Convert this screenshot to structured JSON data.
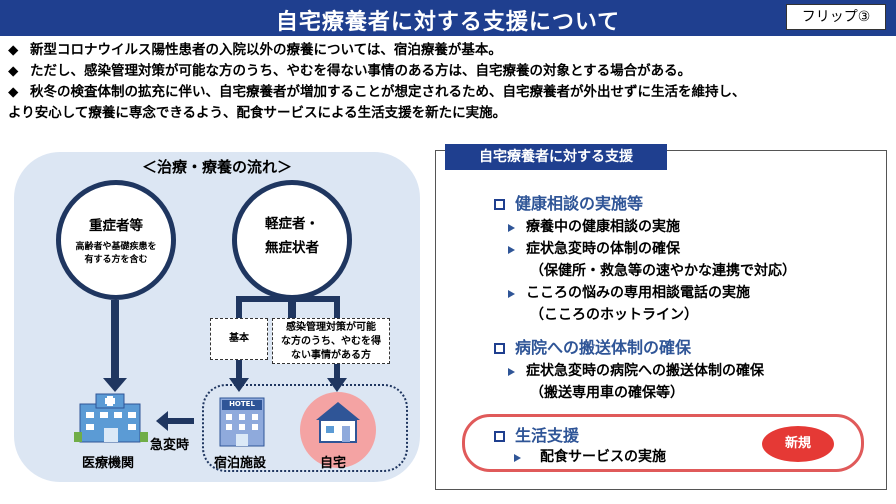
{
  "header": {
    "title": "自宅療養者に対する支援について",
    "flip_label": "フリップ③"
  },
  "bullets": {
    "mark": "◆",
    "items": [
      {
        "line1": "新型コロナウイルス陽性患者の入院以外の療養については、宿泊療養が基本。"
      },
      {
        "line1": "ただし、感染管理対策が可能な方のうち、やむを得ない事情のある方は、自宅療養の対象とする場合がある。"
      },
      {
        "line1": "秋冬の検査体制の拡充に伴い、自宅療養者が増加することが想定されるため、自宅療養者が外出せずに生活を維持し、",
        "line2": "より安心して療養に専念できるよう、配食サービスによる生活支援を新たに実施。"
      }
    ]
  },
  "flow": {
    "heading": "＜治療・療養の流れ＞",
    "severe": {
      "line1": "重症者等",
      "note1": "高齢者や基礎疾患を",
      "note2": "有する方を含む"
    },
    "mild": {
      "line1": "軽症者・",
      "line2": "無症状者"
    },
    "basic_label": "基本",
    "infection_label": {
      "line1": "感染管理対策が可能",
      "line2": "な方のうち、やむを得",
      "line3": "ない事情がある方"
    },
    "hotel_sign": "HOTEL",
    "medical_label": "医療機関",
    "sudden_label": "急変時",
    "lodging_label": "宿泊施設",
    "home_label": "自宅"
  },
  "support": {
    "tab_label": "自宅療養者に対する支援",
    "sections": [
      {
        "title": "健康相談の実施等",
        "items": [
          {
            "text": "療養中の健康相談の実施"
          },
          {
            "text": "症状急変時の体制の確保",
            "sub": "（保健所・救急等の速やかな連携で対応）"
          },
          {
            "text": "こころの悩みの専用相談電話の実施",
            "sub": "（こころのホットライン）"
          }
        ]
      },
      {
        "title": "病院への搬送体制の確保",
        "items": [
          {
            "text": "症状急変時の病院への搬送体制の確保",
            "sub": "（搬送専用車の確保等）"
          }
        ]
      },
      {
        "title": "生活支援",
        "items": [
          {
            "text": "配食サービスの実施"
          }
        ],
        "badge": "新規"
      }
    ]
  },
  "colors": {
    "header_bg": "#1f3f8f",
    "panel_bg": "#dce6f3",
    "section_title": "#2f5597",
    "new_badge": "#e53935",
    "home_circle": "#f4a3a3"
  },
  "icons": [
    "hospital-icon",
    "hotel-icon",
    "house-icon",
    "checkbox-icon",
    "triangle-bullet-icon",
    "arrow-down-icon",
    "arrow-left-icon"
  ]
}
